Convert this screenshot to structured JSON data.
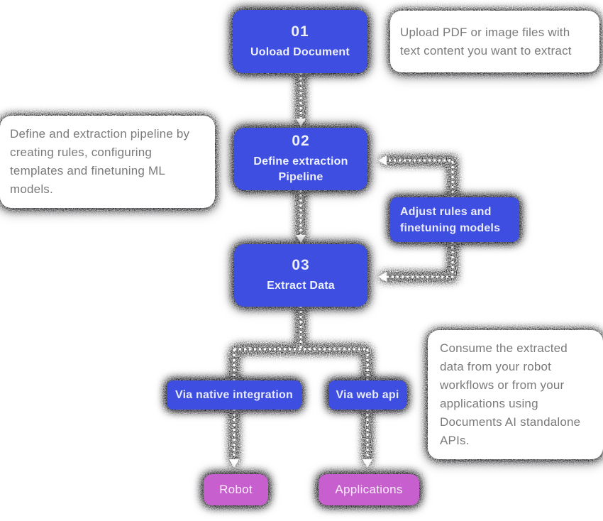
{
  "colors": {
    "primary_blue": "#3d4ee0",
    "accent_pink": "#c75fce",
    "note_text": "#7a7a7a",
    "connector_line": "#ffffff",
    "shadow": "#0a0a10"
  },
  "steps": [
    {
      "number": "01",
      "title": "Uoload Document"
    },
    {
      "number": "02",
      "title": "Define extraction\nPipeline"
    },
    {
      "number": "03",
      "title": "Extract Data"
    }
  ],
  "notes": {
    "upload": "Upload PDF or image files with\ntext content you want to extract",
    "define": "Define and extraction pipeline by\ncreating rules, configuring\ntemplates and finetuning ML\nmodels.",
    "consume": "Consume the extracted\ndata from your robot\nworkflows or from your\napplications using\nDocuments AI standalone\nAPIs."
  },
  "adjust_label": "Adjust rules and\nfinetuning models",
  "outputs": [
    {
      "label": "Via native integration"
    },
    {
      "label": "Via web api"
    }
  ],
  "sinks": [
    {
      "label": "Robot"
    },
    {
      "label": "Applications"
    }
  ]
}
